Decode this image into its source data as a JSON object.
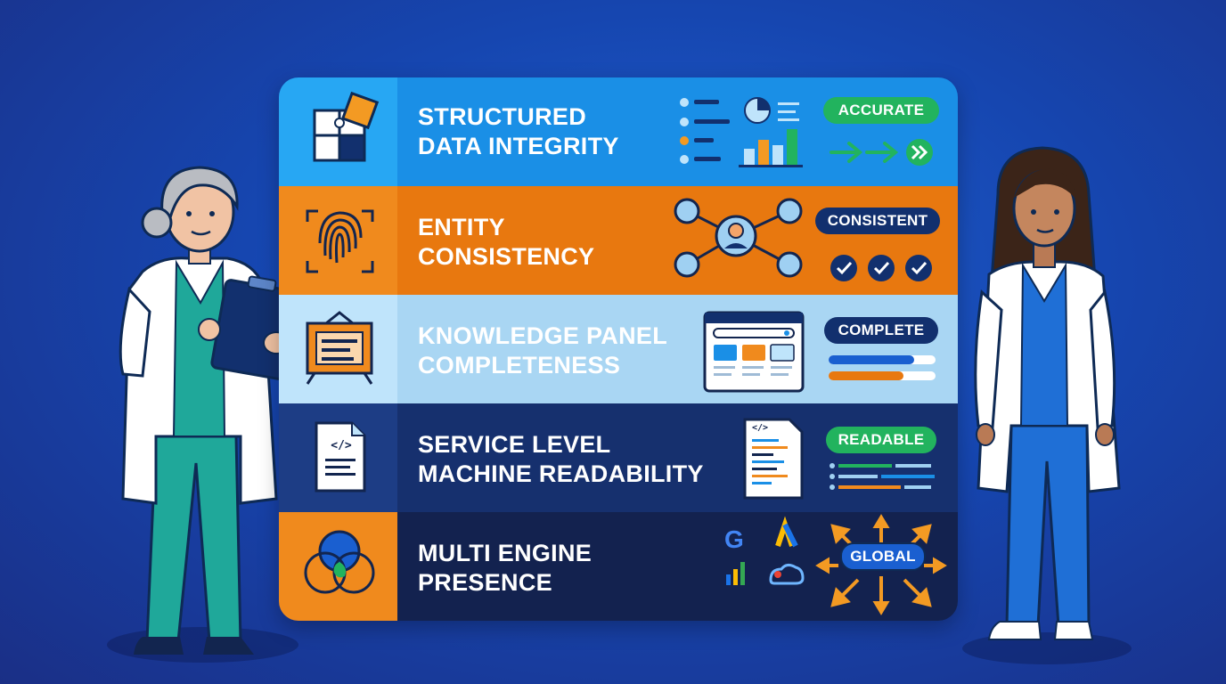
{
  "rows": [
    {
      "title_line1": "STRUCTURED",
      "title_line2": "DATA INTEGRITY",
      "badge": "ACCURATE",
      "icon": "puzzle-icon",
      "color": "#1a8fe6"
    },
    {
      "title_line1": "ENTITY",
      "title_line2": "CONSISTENCY",
      "badge": "CONSISTENT",
      "icon": "fingerprint-icon",
      "color": "#e8780f"
    },
    {
      "title_line1": "KNOWLEDGE PANEL",
      "title_line2": "COMPLETENESS",
      "badge": "COMPLETE",
      "icon": "knowledge-panel-icon",
      "color": "#a9d6f3"
    },
    {
      "title_line1": "SERVICE LEVEL",
      "title_line2": "MACHINE READABILITY",
      "badge": "READABLE",
      "icon": "code-document-icon",
      "color": "#16306e"
    },
    {
      "title_line1": "MULTI ENGINE",
      "title_line2": "PRESENCE",
      "badge": "GLOBAL",
      "icon": "venn-diagram-icon",
      "color": "#13224f"
    }
  ],
  "code_tag": "</>",
  "colors": {
    "background": "#1646b0",
    "blue": "#1a8fe6",
    "orange": "#e8780f",
    "light_blue": "#a9d6f3",
    "navy": "#16306e",
    "dark_navy": "#13224f",
    "green": "#22b35e"
  }
}
